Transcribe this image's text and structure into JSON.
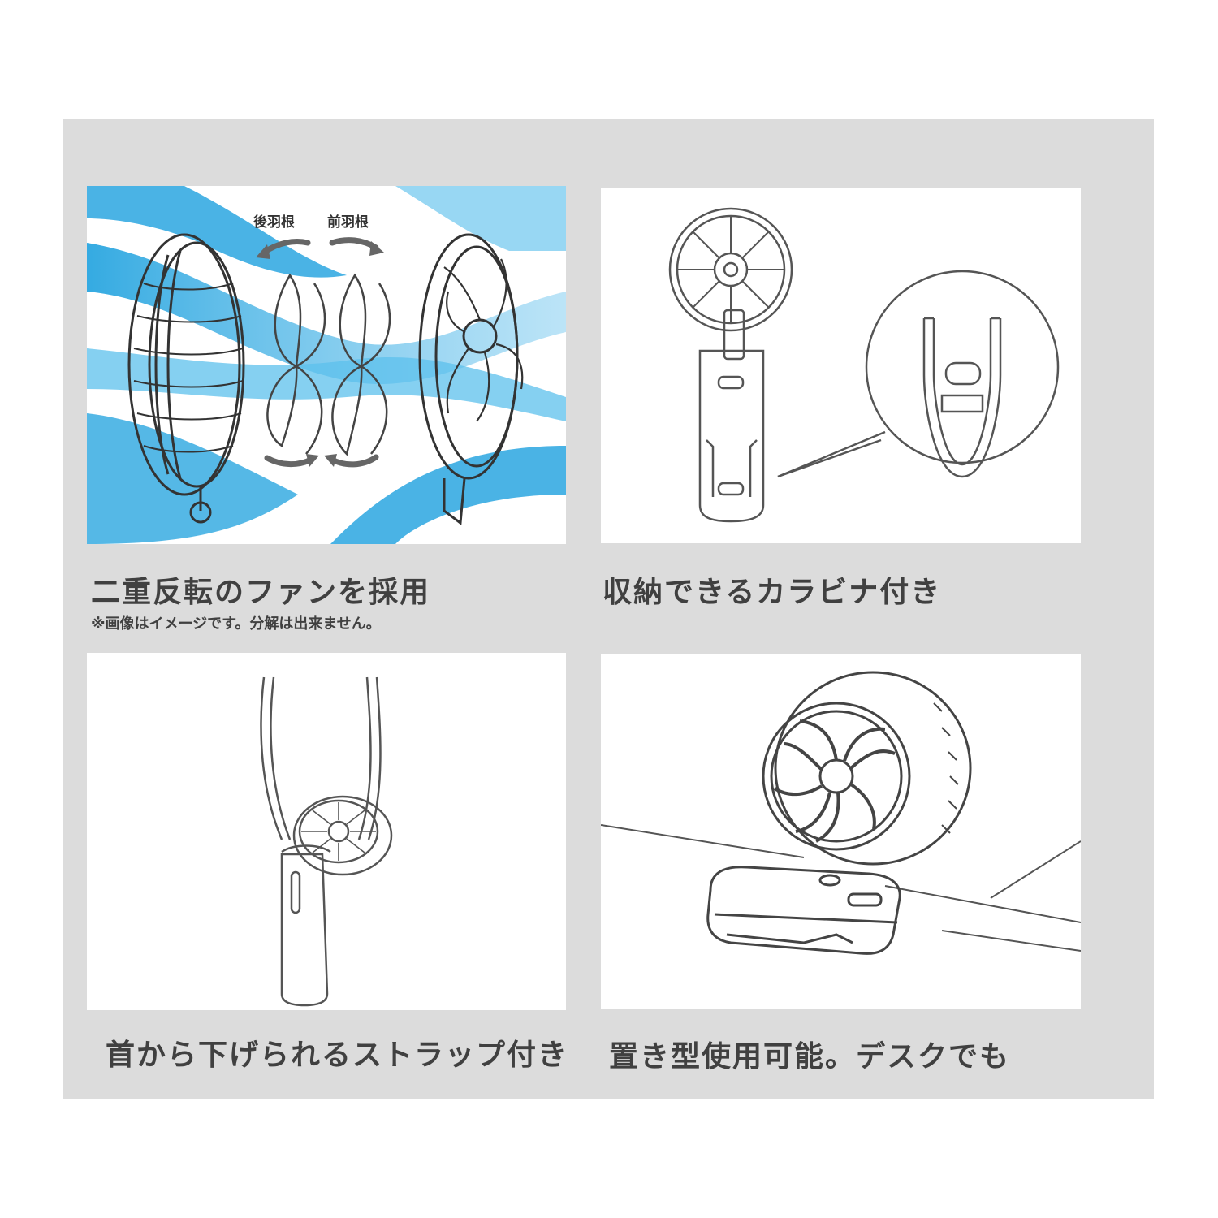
{
  "features": [
    {
      "caption": "二重反転のファンを採用",
      "note": "※画像はイメージです。分解は出来ません。",
      "labels": {
        "rear_blade": "後羽根",
        "front_blade": "前羽根"
      },
      "accent": "#3ab0e6"
    },
    {
      "caption": "収納できるカラビナ付き"
    },
    {
      "caption": "首から下げられるストラップ付き"
    },
    {
      "caption": "置き型使用可能。デスクでも"
    }
  ],
  "colors": {
    "board": "#dcdcdc",
    "text": "#404040",
    "line": "#555555"
  }
}
